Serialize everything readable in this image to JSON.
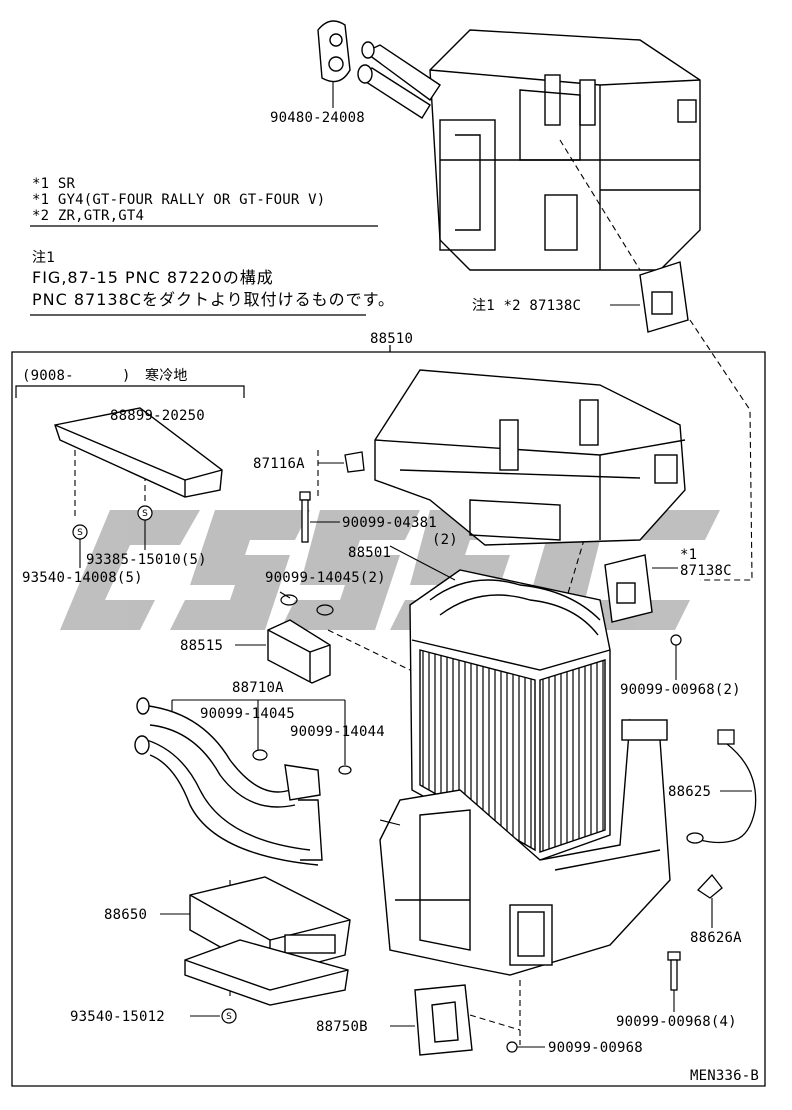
{
  "notes": {
    "line1": "*1 SR",
    "line2": "*1 GY4(GT-FOUR RALLY OR GT-FOUR V)",
    "line3": "*2 ZR,GTR,GT4",
    "jp_title": "注1",
    "jp_line1": "FIG,87-15 PNC 87220の構成",
    "jp_line2": "PNC 87138Cをダクトより取付けるものです。"
  },
  "bracket_label": {
    "range": "(9008-",
    "close": ")",
    "region": "寒冷地"
  },
  "parts": {
    "p90480": "90480-24008",
    "p87138c_top": "注1 *2 87138C",
    "p88510": "88510",
    "p88899": "88899-20250",
    "p87116a": "87116A",
    "p90099_04381": "90099-04381",
    "p90099_04381_qty": "(2)",
    "p88501": "88501",
    "p93385": "93385-15010(5)",
    "p93540_14008": "93540-14008(5)",
    "p90099_14045_2": "90099-14045(2)",
    "p87138c_mid_note": "*1",
    "p87138c_mid": "87138C",
    "p88515": "88515",
    "p88710a": "88710A",
    "p90099_14045": "90099-14045",
    "p90099_14044": "90099-14044",
    "p90099_00968_2": "90099-00968(2)",
    "p88625": "88625",
    "p88650": "88650",
    "p88626a": "88626A",
    "p93540_15012": "93540-15012",
    "p90099_00968_4": "90099-00968(4)",
    "p88750b": "88750B",
    "p90099_00968": "90099-00968"
  },
  "figure_code": "MEN336-B",
  "watermark": "CMS"
}
